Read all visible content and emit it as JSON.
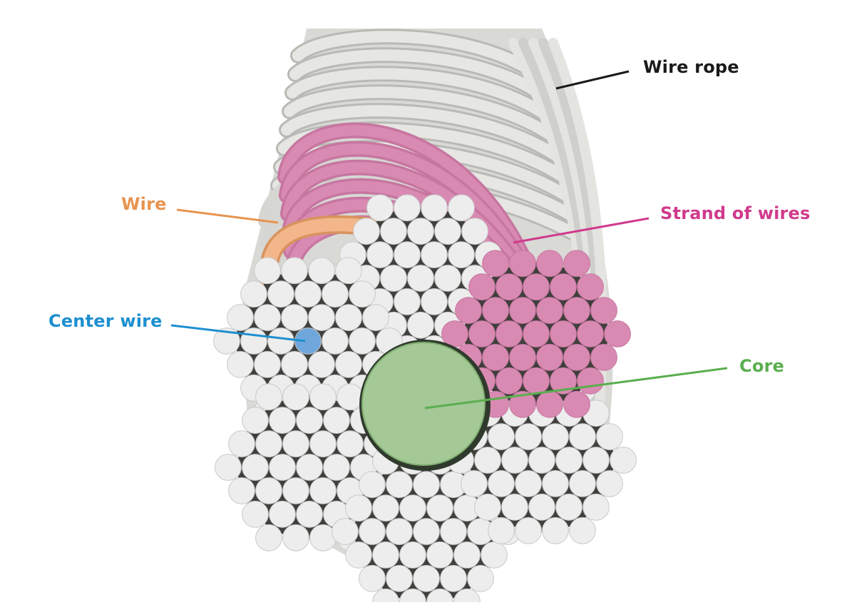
{
  "labels": {
    "wire_rope": "Wire rope",
    "wire": "Wire",
    "strand": "Strand of wires",
    "center_wire": "Center wire",
    "core": "Core"
  },
  "colors": {
    "wire_rope": "#1a1a1a",
    "wire": "#e8944f",
    "strand": "#d03a8c",
    "center_wire": "#1d8fd0",
    "core": "#5aae4f",
    "strand_fill": "#d98ab2",
    "strand_shade": "#c776a0",
    "core_fill": "#a4c896",
    "core_edge": "#7fae70",
    "wire_fill": "#ededed",
    "wire_edge": "#c9c9c9",
    "center_fill": "#6fa6dc",
    "orange_fill": "#f2b68a",
    "rope_body": "#d9d9d6",
    "rope_shade": "#b9b9b5"
  }
}
